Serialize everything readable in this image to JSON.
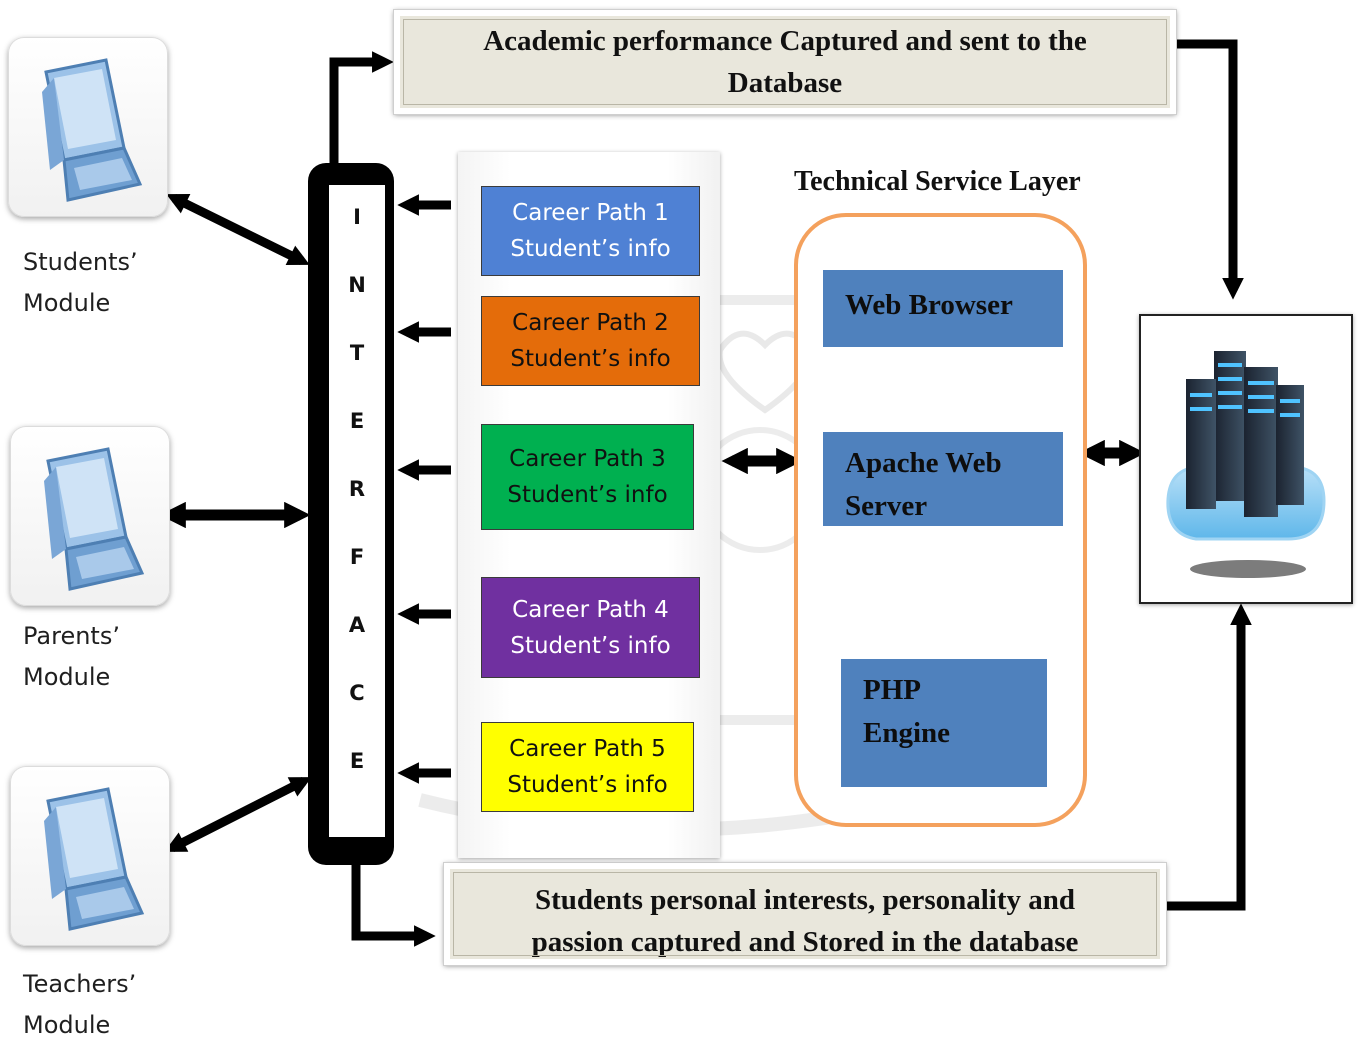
{
  "modules": [
    {
      "name": "students",
      "label_line1": "Students’",
      "label_line2": "Module"
    },
    {
      "name": "parents",
      "label_line1": "Parents’",
      "label_line2": "Module"
    },
    {
      "name": "teachers",
      "label_line1": "Teachers’",
      "label_line2": "Module"
    }
  ],
  "interface": {
    "letters": [
      "I",
      "N",
      "T",
      "E",
      "R",
      "F",
      "A",
      "C",
      "E"
    ]
  },
  "banners": {
    "top_line1": "Academic performance Captured and sent to the",
    "top_line2": "Database",
    "bottom_line1": "Students personal interests, personality and",
    "bottom_line2": "passion captured and Stored in the database"
  },
  "career_paths": [
    {
      "title": "Career Path 1",
      "subtitle": "Student’s info",
      "color": "#4f81d4",
      "text_color": "#ffffff"
    },
    {
      "title": "Career Path 2",
      "subtitle": "Student’s info",
      "color": "#e46c0a",
      "text_color": "#111111"
    },
    {
      "title": "Career Path 3",
      "subtitle": "Student’s info",
      "color": "#00b050",
      "text_color": "#111111"
    },
    {
      "title": "Career Path 4",
      "subtitle": "Student’s info",
      "color": "#7030a0",
      "text_color": "#ffffff"
    },
    {
      "title": "Career Path 5",
      "subtitle": "Student’s info",
      "color": "#ffff00",
      "text_color": "#111111"
    }
  ],
  "technical_layer": {
    "title": "Technical Service Layer",
    "web_browser": "Web Browser",
    "apache_line1": "Apache Web",
    "apache_line2": "Server",
    "php_line1": "PHP",
    "php_line2": "Engine",
    "accent_color": "#f4a15d",
    "box_color": "#4f81bd"
  },
  "icons": {
    "module_icon": "tablet-laptop-icon",
    "database_icon": "cloud-server-icon"
  }
}
